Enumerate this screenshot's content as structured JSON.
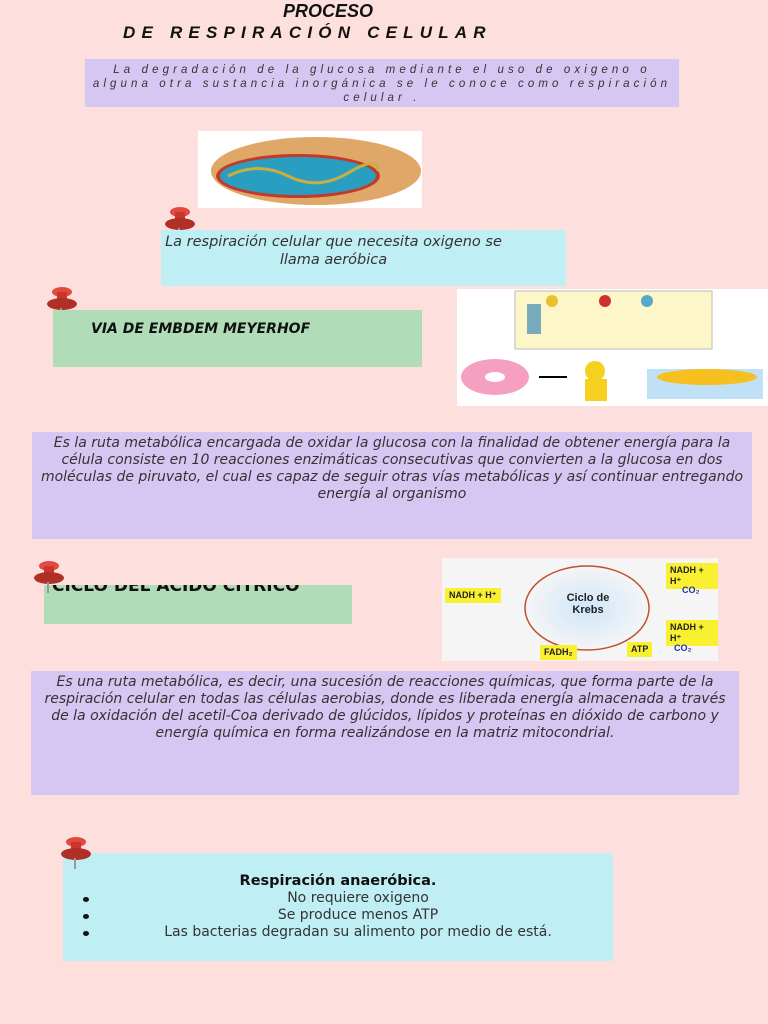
{
  "title": {
    "line1": "PROCESO",
    "line2": "DE RESPIRACIÓN CELULAR"
  },
  "intro": "La degradación de la glucosa mediante el uso de oxigeno o alguna otra sustancia inorgánica se le conoce como respiración celular .",
  "aerobic_note": "La respiración celular que necesita oxigeno se llama aeróbica",
  "section1": {
    "heading": "VIA DE EMBDEM MEYERHOF",
    "description": "Es la ruta metabólica encargada de oxidar la glucosa con la finalidad de obtener energía para la célula consiste en 10 reacciones enzimáticas consecutivas que convierten a la glucosa en dos moléculas de piruvato, el cual es capaz de seguir otras vías metabólicas y así continuar entregando energía al organismo"
  },
  "section2": {
    "heading": "CICLO DEL ACIDO CITRICO",
    "description": "Es una ruta metabólica, es decir, una sucesión de reacciones químicas, que forma parte de la respiración celular en todas las células aerobias, donde es liberada energía almacenada a través de la oxidación del acetil-Coa derivado de glúcidos, lípidos y proteínas en dióxido de carbono y energía química en forma  realizándose  en la matriz mitocondrial."
  },
  "krebs_image": {
    "center": "Ciclo de Krebs",
    "nadh": "NADH + H⁺",
    "atp": "ATP",
    "fadh": "FADH₂",
    "co2": "CO₂"
  },
  "anaerobic": {
    "heading": "Respiración anaeróbica.",
    "items": [
      "No requiere oxigeno",
      "Se produce menos ATP",
      "Las bacterias degradan su alimento por medio de está."
    ]
  },
  "colors": {
    "background": "#fde0de",
    "lavender": "#d6c7f2",
    "cyan": "#c0eef5",
    "green": "#b1dcb8",
    "pin": "#d9403a"
  }
}
